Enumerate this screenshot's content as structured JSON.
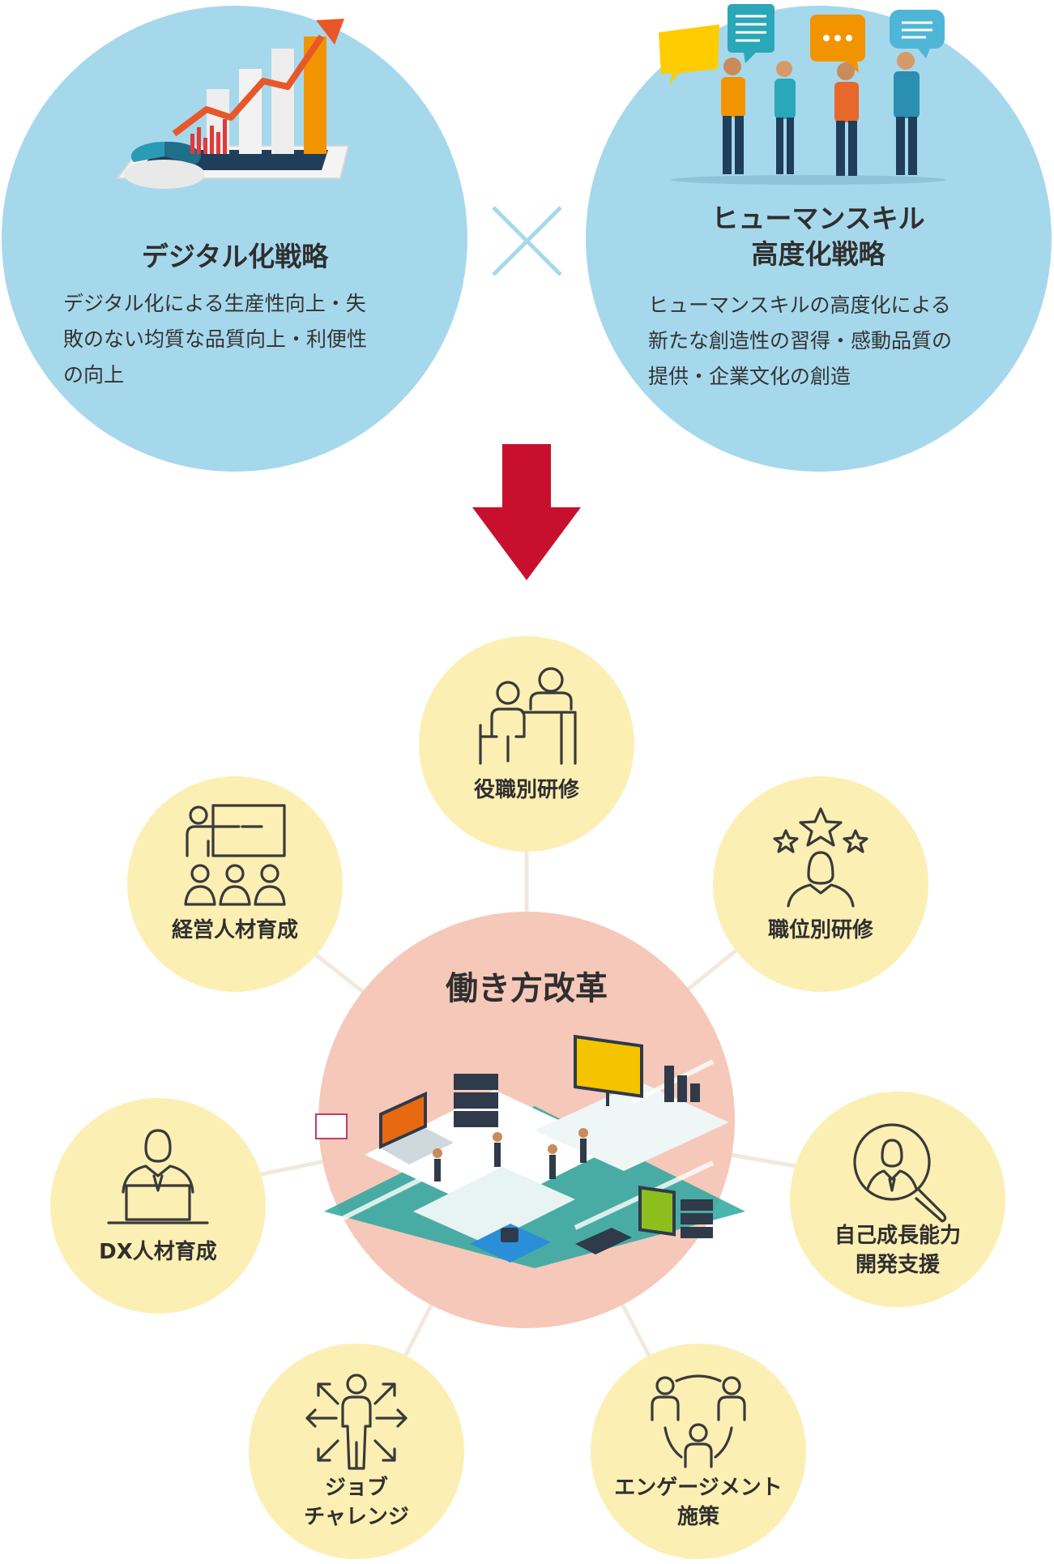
{
  "strategies": {
    "left": {
      "title": "デジタル化戦略",
      "desc_lines": [
        "デジタル化による生産性向上・失",
        "敗のない均質な品質向上・利便性",
        "の向上"
      ]
    },
    "operator": "×",
    "right": {
      "title_lines": [
        "ヒューマンスキル",
        "高度化戦略"
      ],
      "desc_lines": [
        "ヒューマンスキルの高度化による",
        "新たな創造性の習得・感動品質の",
        "提供・企業文化の創造"
      ]
    }
  },
  "center": {
    "title": "働き方改革"
  },
  "themes": [
    {
      "lines": [
        "役職別研修"
      ],
      "icon": "training-meeting-icon"
    },
    {
      "lines": [
        "職位別研修"
      ],
      "icon": "stars-person-icon"
    },
    {
      "lines": [
        "自己成長能力",
        "開発支援"
      ],
      "icon": "magnifier-person-icon"
    },
    {
      "lines": [
        "エンゲージメント",
        "施策"
      ],
      "icon": "team-circle-icon"
    },
    {
      "lines": [
        "ジョブ",
        "チャレンジ"
      ],
      "icon": "arrows-person-icon"
    },
    {
      "lines": [
        "DX人材育成"
      ],
      "icon": "laptop-person-icon"
    },
    {
      "lines": [
        "経営人材育成"
      ],
      "icon": "presentation-group-icon"
    }
  ],
  "colors": {
    "strategy_circle": "#a6d8ec",
    "theme_circle": "#fcefb4",
    "center_circle": "#f6c8b9",
    "arrow": "#c8102e",
    "connector": "#f2e9dd",
    "cross": "#a6d8ec"
  }
}
